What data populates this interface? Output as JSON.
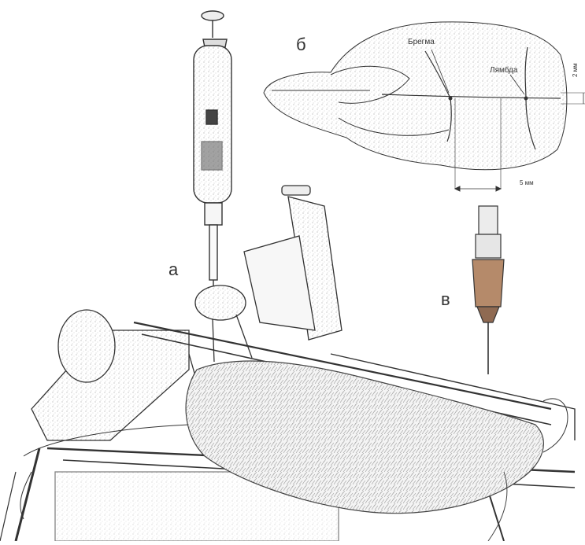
{
  "panels": {
    "a": "а",
    "b": "б",
    "c": "в"
  },
  "skull": {
    "bregma_label": "Брегма",
    "lambda_label": "Лямбда",
    "dim_vertical": "2 мм",
    "dim_horizontal": "5 мм"
  },
  "colors": {
    "line": "#333333",
    "paper": "#ffffff",
    "needle_hub": "#b58a6a"
  }
}
